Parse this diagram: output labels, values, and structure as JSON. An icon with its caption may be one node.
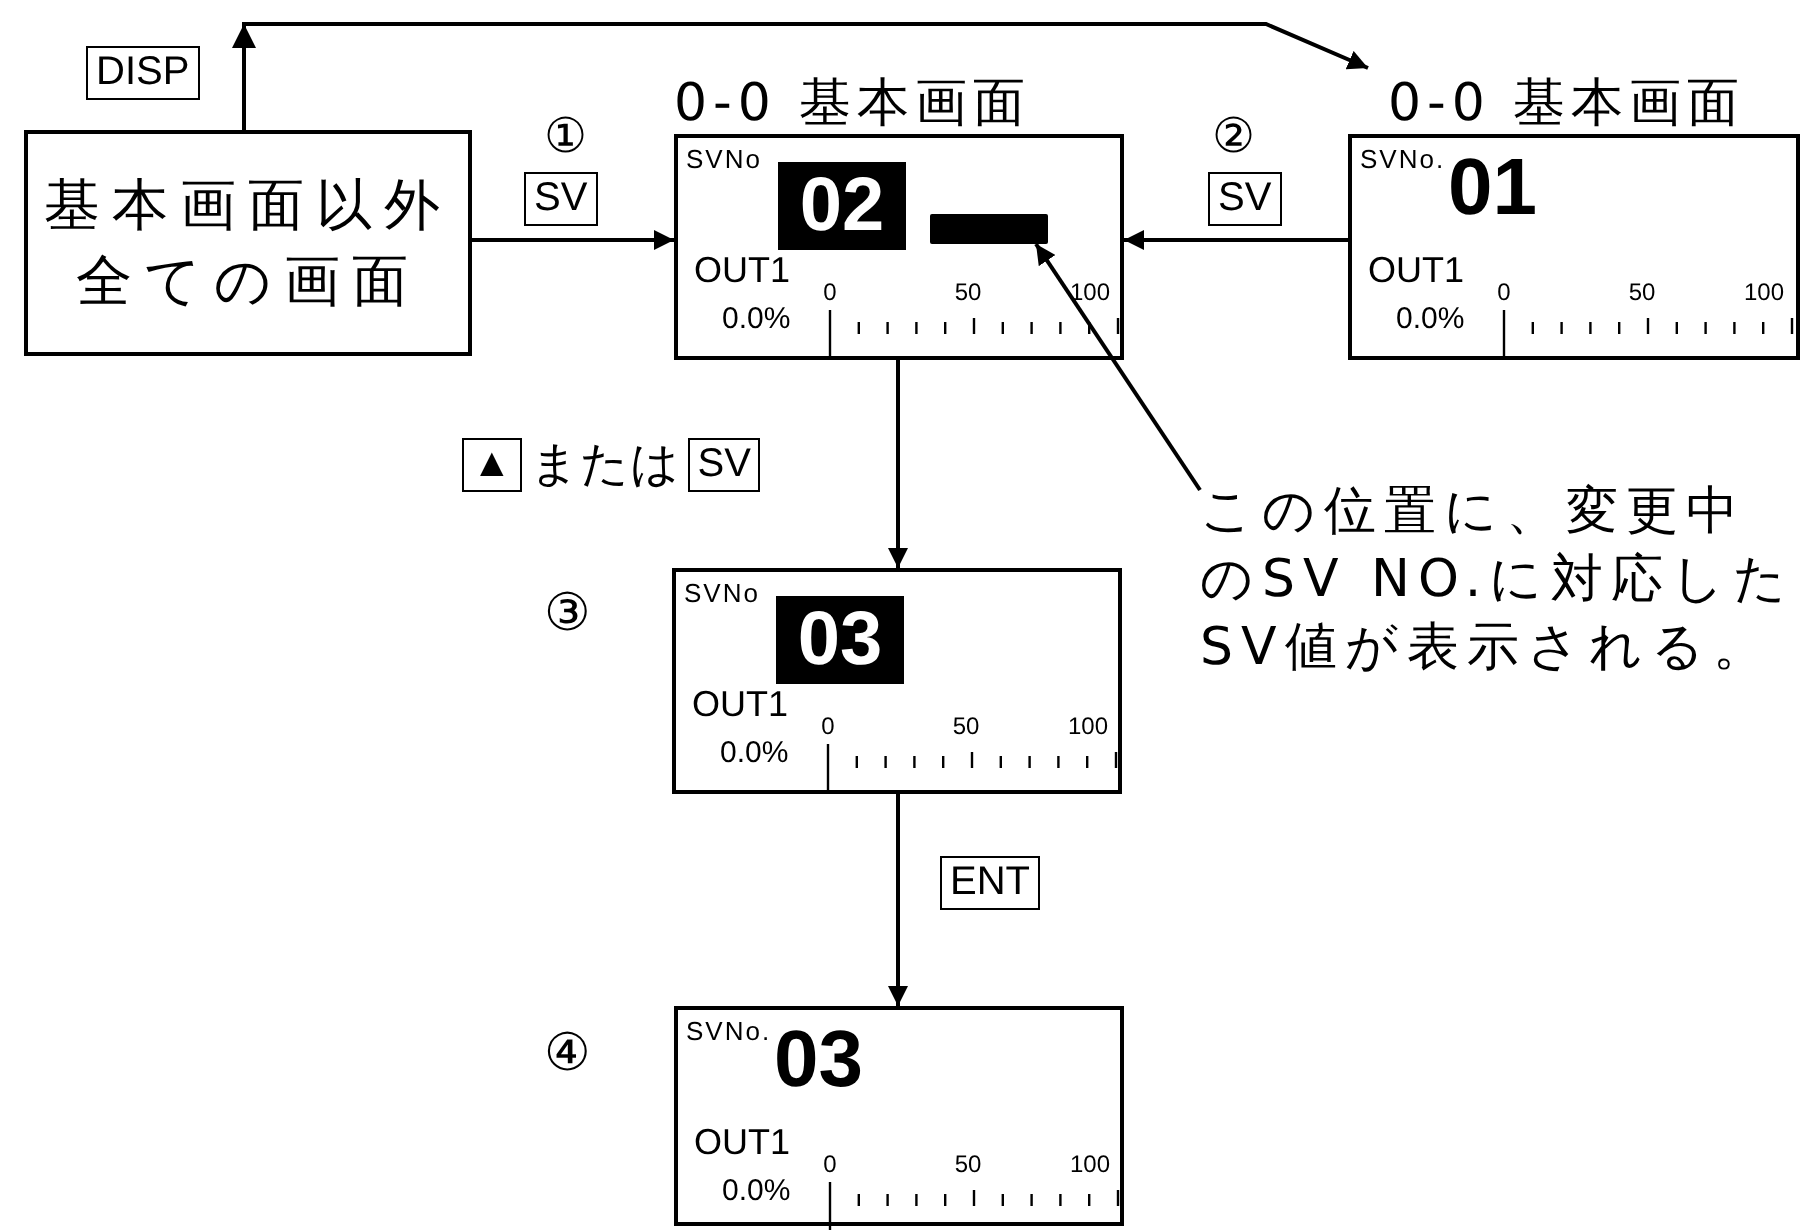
{
  "diagram": {
    "nodes": [
      {
        "text": [
          "基本画面以外全ての画面"
        ]
      },
      {
        "text": [
          "0-0 基本画面",
          "SVNo",
          "02",
          "OUT1",
          "0.0%",
          "0",
          "50",
          "100"
        ]
      },
      {
        "text": [],
        "shape": "bar",
        "in": 1
      },
      {
        "text": [
          "0-0 基本画面",
          "SVNo.",
          "01",
          "OUT1",
          "0.0%",
          "0",
          "50",
          "100"
        ]
      },
      {
        "text": [
          "SVNo",
          "03",
          "OUT1",
          "0.0%",
          "0",
          "50",
          "100"
        ],
        "beside": [
          "③"
        ]
      },
      {
        "text": [
          "この位置に、変更中のSV NO.に対応したSV値が表示される。"
        ]
      },
      {
        "text": [
          "SVNo.",
          "03",
          "OUT1",
          "0.0%",
          "0",
          "50",
          "100"
        ],
        "beside": [
          "④"
        ]
      }
    ],
    "edges": [
      {
        "from": 0,
        "to": 1,
        "arrow": "to",
        "label": "SV"
      },
      {
        "from": 0,
        "to": 3,
        "arrow": "to",
        "label": "DISP"
      },
      {
        "from": 3,
        "to": 1,
        "arrow": "to",
        "label": "SV"
      },
      {
        "from": 1,
        "to": 4,
        "arrow": "to",
        "label": "▲ または SV"
      },
      {
        "from": 4,
        "to": 6,
        "arrow": "to",
        "label": "ENT"
      },
      {
        "from": 5,
        "to": 2,
        "arrow": "to"
      }
    ],
    "labels": [
      "①",
      "②"
    ]
  }
}
